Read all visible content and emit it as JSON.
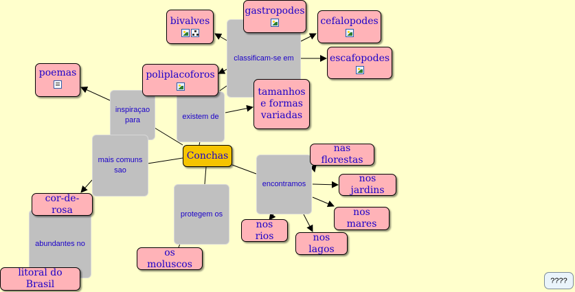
{
  "map": {
    "center": "Conchas",
    "concepts": {
      "bivalves": "bivalves",
      "gastropodes": "gastropodes",
      "cefalopodes": "cefalopodes",
      "escafopodes": "escafopodes",
      "poliplacoforos": "poliplacoforos",
      "poemas": "poemas",
      "tamanhos": "tamanhos\ne formas\nvariadas",
      "nas_florestas": "nas florestas",
      "nos_jardins": "nos jardins",
      "nos_mares": "nos mares",
      "nos_rios": "nos rios",
      "nos_lagos": "nos lagos",
      "os_moluscos": "os moluscos",
      "cor_de_rosa": "cor-de-rosa",
      "litoral": "litoral do Brasil"
    },
    "phrases": {
      "classificam": "classificam-se em",
      "existem": "existem de",
      "inspiracao": "inspiraçao\npara",
      "mais_comuns": "mais comuns\nsao",
      "protegem": "protegem os",
      "encontramos": "encontramos",
      "abundantes": "abundantes no"
    },
    "icons": {
      "image": "image-icon",
      "hierarchy": "hierarchy-icon",
      "text": "text-doc-icon"
    }
  },
  "help": {
    "label": "????"
  }
}
